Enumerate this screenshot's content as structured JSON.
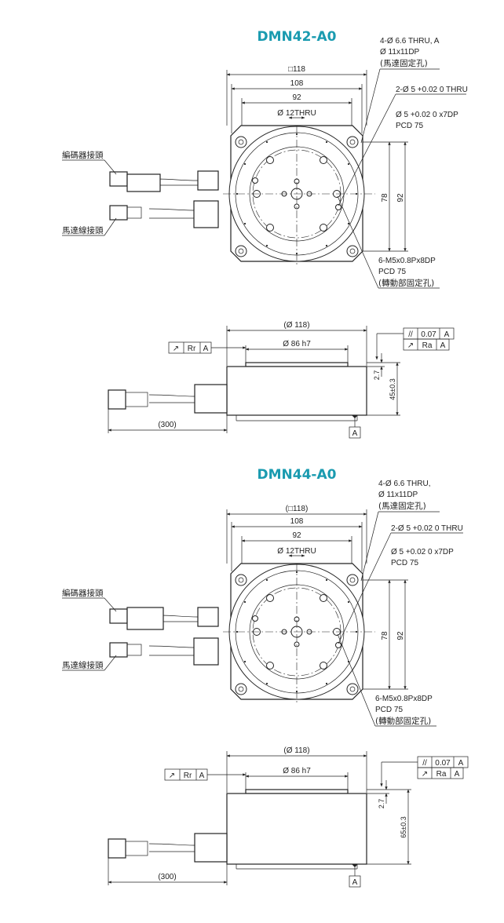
{
  "drawing_1": {
    "title": "DMN42-A0",
    "top": {
      "dim_square": "□118",
      "dim_108": "108",
      "dim_92_h": "92",
      "dim_bore": "Ø 12THRU",
      "dim_78": "78",
      "dim_92_v": "92",
      "callout_mount_1": "4-Ø 6.6 THRU, A",
      "callout_mount_2": "Ø 11x11DP",
      "callout_mount_3": "(馬達固定孔)",
      "callout_pin_1": "2-Ø 5 +0.02 0 THRU",
      "callout_pin_2": "Ø 5 +0.02 0 x7DP",
      "callout_pin_3": "PCD 75",
      "callout_tap_1": "6-M5x0.8Px8DP",
      "callout_tap_2": "PCD 75",
      "callout_tap_3": "(轉動部固定孔)",
      "label_encoder": "編碼器接頭",
      "label_motor": "馬達線接頭"
    },
    "side": {
      "dim_dia": "(Ø 118)",
      "dim_pilot": "Ø 86 h7",
      "dim_27": "2.7",
      "dim_height": "45±0.3",
      "dim_cable": "(300)",
      "runout_sym": "↗",
      "runout_val": "Rr",
      "runout_ref": "A",
      "parallel_sym": "//",
      "parallel_val": "0.07",
      "parallel_ref": "A",
      "axial_sym": "↗",
      "axial_val": "Ra",
      "axial_ref": "A",
      "datum": "A"
    }
  },
  "drawing_2": {
    "title": "DMN44-A0",
    "top": {
      "dim_square": "(□118)",
      "dim_108": "108",
      "dim_92_h": "92",
      "dim_bore": "Ø 12THRU",
      "dim_78": "78",
      "dim_92_v": "92",
      "callout_mount_1": "4-Ø 6.6 THRU,",
      "callout_mount_2": "Ø 11x11DP",
      "callout_mount_3": "(馬達固定孔)",
      "callout_pin_1": "2-Ø 5 +0.02 0 THRU",
      "callout_pin_2": "Ø 5 +0.02 0 x7DP",
      "callout_pin_3": "PCD 75",
      "callout_tap_1": "6-M5x0.8Px8DP",
      "callout_tap_2": "PCD 75",
      "callout_tap_3": "(轉動部固定孔)",
      "label_encoder": "編碼器接頭",
      "label_motor": "馬達線接頭"
    },
    "side": {
      "dim_dia": "(Ø 118)",
      "dim_pilot": "Ø 86 h7",
      "dim_27": "2.7",
      "dim_height": "65±0.3",
      "dim_cable": "(300)",
      "runout_sym": "↗",
      "runout_val": "Rr",
      "runout_ref": "A",
      "parallel_sym": "//",
      "parallel_val": "0.07",
      "parallel_ref": "A",
      "axial_sym": "↗",
      "axial_val": "Ra",
      "axial_ref": "A",
      "datum": "A"
    }
  }
}
